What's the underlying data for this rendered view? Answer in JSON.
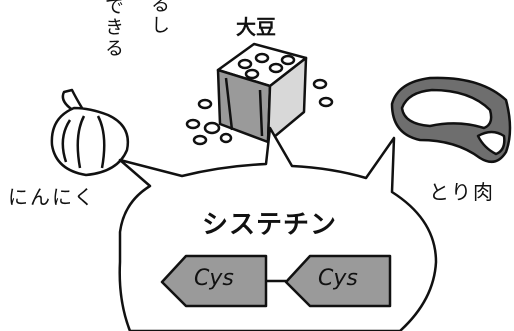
{
  "vertical_text": {
    "line1": "るし",
    "line2": "できる"
  },
  "labels": {
    "soybean": "大豆",
    "garlic": "にんにく",
    "meat": "とり肉"
  },
  "bubble": {
    "title": "システチン",
    "chain": [
      "Cys",
      "Cys"
    ]
  },
  "colors": {
    "line": "#111111",
    "gray_fill": "#9a9a9a",
    "meat_fill": "#6e6e6e",
    "background": "#ffffff"
  },
  "icons": [
    "garlic-icon",
    "soybean-box-icon",
    "meat-icon",
    "amino-acid-arrow-icon"
  ]
}
